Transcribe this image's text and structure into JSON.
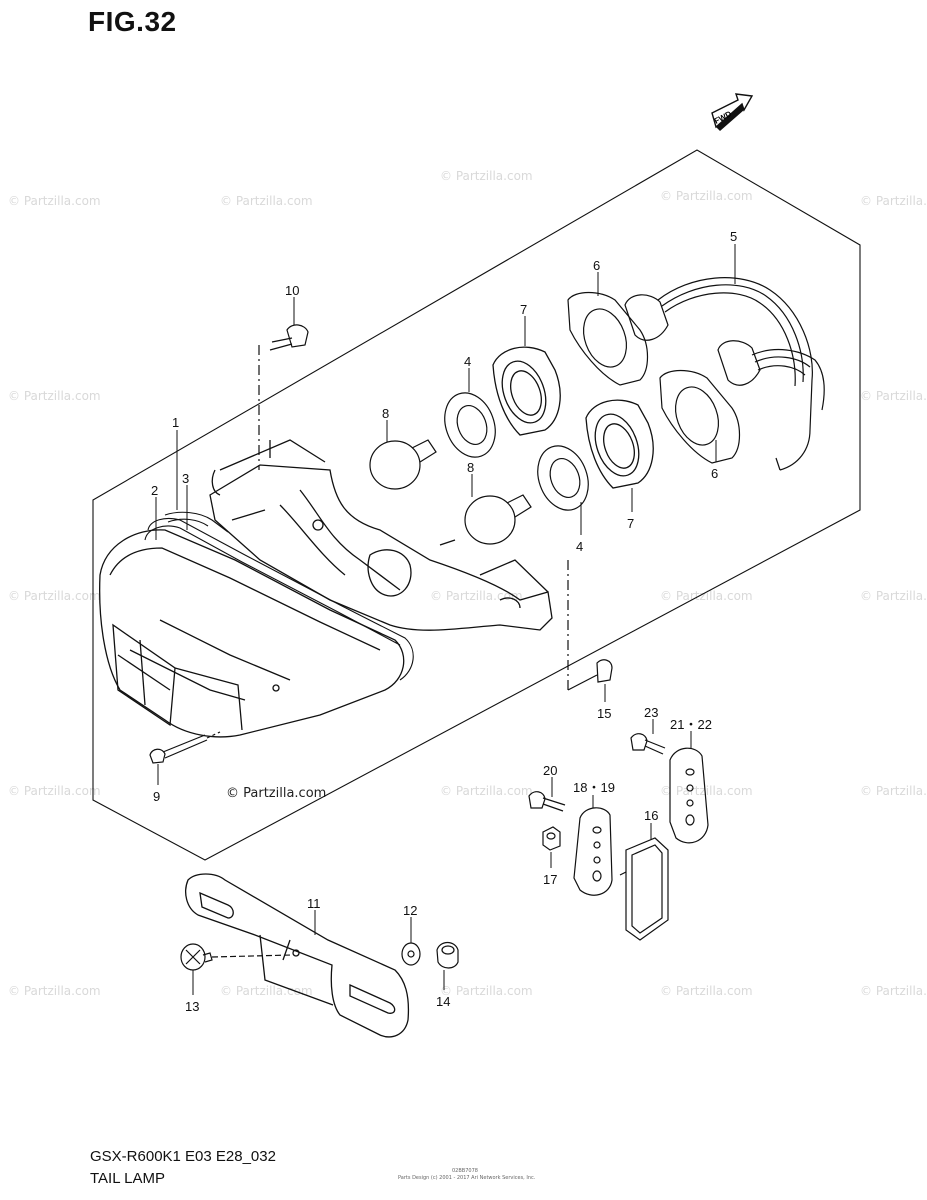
{
  "figure": {
    "title": "FIG.32",
    "model_code": "GSX-R600K1 E03 E28_032",
    "section_name": "TAIL LAMP",
    "fine_print_1": "02BB7078",
    "fine_print_2": "Parts Design (c) 2001 - 2017 Ari Network Services, Inc.",
    "fwd_label": "FWD"
  },
  "watermark": {
    "text": "© Partzilla.com"
  },
  "callouts": [
    {
      "id": "c1",
      "label": "1"
    },
    {
      "id": "c2",
      "label": "2"
    },
    {
      "id": "c3",
      "label": "3"
    },
    {
      "id": "c4a",
      "label": "4"
    },
    {
      "id": "c4b",
      "label": "4"
    },
    {
      "id": "c5",
      "label": "5"
    },
    {
      "id": "c6a",
      "label": "6"
    },
    {
      "id": "c6b",
      "label": "6"
    },
    {
      "id": "c7a",
      "label": "7"
    },
    {
      "id": "c7b",
      "label": "7"
    },
    {
      "id": "c8a",
      "label": "8"
    },
    {
      "id": "c8b",
      "label": "8"
    },
    {
      "id": "c9",
      "label": "9"
    },
    {
      "id": "c10",
      "label": "10"
    },
    {
      "id": "c11",
      "label": "11"
    },
    {
      "id": "c12",
      "label": "12"
    },
    {
      "id": "c13",
      "label": "13"
    },
    {
      "id": "c14",
      "label": "14"
    },
    {
      "id": "c15",
      "label": "15"
    },
    {
      "id": "c16",
      "label": "16"
    },
    {
      "id": "c17",
      "label": "17"
    },
    {
      "id": "c1819",
      "label": "18・19"
    },
    {
      "id": "c20",
      "label": "20"
    },
    {
      "id": "c2122",
      "label": "21・22"
    },
    {
      "id": "c23",
      "label": "23"
    }
  ]
}
